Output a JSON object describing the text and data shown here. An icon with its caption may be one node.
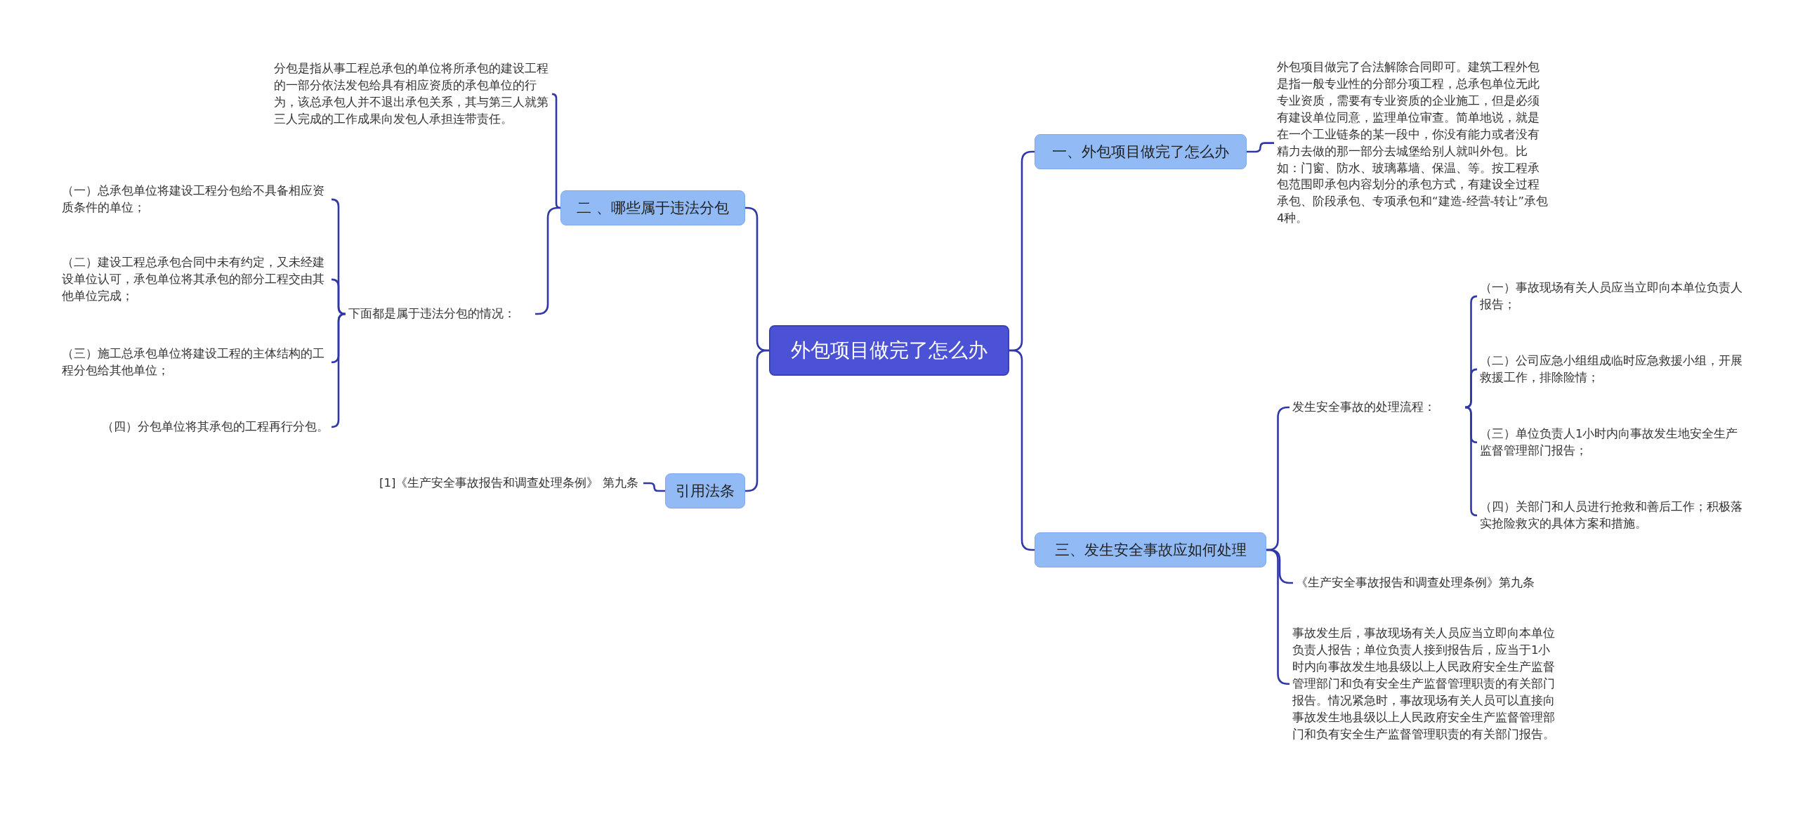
{
  "diagram": {
    "nodes": [
      {
        "text": [
          "外包项目做完了怎么办"
        ]
      },
      {
        "text": [
          "二 、哪些属于违法分包"
        ]
      },
      {
        "text": [
          "分包是指从事工程总承包的单位将所承包的建设工程的一部分依法发包给具有相应资质的承包单位的行为，该总承包人并不退出承包关系，其与第三人就第三人完成的工作成果向发包人承担连带责任。"
        ]
      },
      {
        "text": [
          "下面都是属于违法分包的情况："
        ]
      },
      {
        "text": [
          "（一）总承包单位将建设工程分包给不具备相应资质条件的单位；"
        ]
      },
      {
        "text": [
          "（二）建设工程总承包合同中未有约定，又未经建设单位认可，承包单位将其承包的部分工程交由其他单位完成；"
        ]
      },
      {
        "text": [
          "（三）施工总承包单位将建设工程的主体结构的工程分包给其他单位；"
        ]
      },
      {
        "text": [
          "（四）分包单位将其承包的工程再行分包。"
        ]
      },
      {
        "text": [
          "引用法条"
        ]
      },
      {
        "text": [
          "[1]《生产安全事故报告和调查处理条例》 第九条"
        ]
      },
      {
        "text": [
          "一、外包项目做完了怎么办"
        ]
      },
      {
        "text": [
          "外包项目做完了合法解除合同即可。建筑工程外包是指一般专业性的分部分项工程，总承包单位无此专业资质，需要有专业资质的企业施工，但是必须有建设单位同意，监理单位审查。简单地说，就是在一个工业链条的某一段中，你没有能力或者没有精力去做的那一部分去城堡给别人就叫外包。比如：门窗、防水、玻璃幕墙、保温、等。按工程承包范围即承包内容划分的承包方式，有建设全过程承包、阶段承包、专项承包和“建造-经营-转让”承包4种。"
        ]
      },
      {
        "text": [
          "三、发生安全事故应如何处理"
        ]
      },
      {
        "text": [
          "发生安全事故的处理流程："
        ]
      },
      {
        "text": [
          "（一）事故现场有关人员应当立即向本单位负责人报告；"
        ]
      },
      {
        "text": [
          "（二）公司应急小组组成临时应急救援小组，开展救援工作，排除险情；"
        ]
      },
      {
        "text": [
          "（三）单位负责人1小时内向事故发生地安全生产监督管理部门报告；"
        ]
      },
      {
        "text": [
          "（四）关部门和人员进行抢救和善后工作；积极落实抢险救灾的具体方案和措施。"
        ]
      },
      {
        "text": [
          "《生产安全事故报告和调查处理条例》第九条"
        ]
      },
      {
        "text": [
          "事故发生后，事故现场有关人员应当立即向本单位负责人报告；单位负责人接到报告后，应当于1小时内向事故发生地县级以上人民政府安全生产监督管理部门和负有安全生产监督管理职责的有关部门报告。情况紧急时，事故现场有关人员可以直接向事故发生地县级以上人民政府安全生产监督管理部门和负有安全生产监督管理职责的有关部门报告。"
        ]
      }
    ],
    "edges": [
      {
        "from": 0,
        "to": 1,
        "arrow": "none"
      },
      {
        "from": 1,
        "to": 2,
        "arrow": "none"
      },
      {
        "from": 1,
        "to": 3,
        "arrow": "none"
      },
      {
        "from": 3,
        "to": 4,
        "arrow": "none"
      },
      {
        "from": 3,
        "to": 5,
        "arrow": "none"
      },
      {
        "from": 3,
        "to": 6,
        "arrow": "none"
      },
      {
        "from": 3,
        "to": 7,
        "arrow": "none"
      },
      {
        "from": 0,
        "to": 8,
        "arrow": "none"
      },
      {
        "from": 8,
        "to": 9,
        "arrow": "none"
      },
      {
        "from": 0,
        "to": 10,
        "arrow": "none"
      },
      {
        "from": 10,
        "to": 11,
        "arrow": "none"
      },
      {
        "from": 0,
        "to": 12,
        "arrow": "none"
      },
      {
        "from": 12,
        "to": 13,
        "arrow": "none"
      },
      {
        "from": 13,
        "to": 14,
        "arrow": "none"
      },
      {
        "from": 13,
        "to": 15,
        "arrow": "none"
      },
      {
        "from": 13,
        "to": 16,
        "arrow": "none"
      },
      {
        "from": 13,
        "to": 17,
        "arrow": "none"
      },
      {
        "from": 12,
        "to": 18,
        "arrow": "none"
      },
      {
        "from": 12,
        "to": 19,
        "arrow": "none"
      }
    ]
  }
}
